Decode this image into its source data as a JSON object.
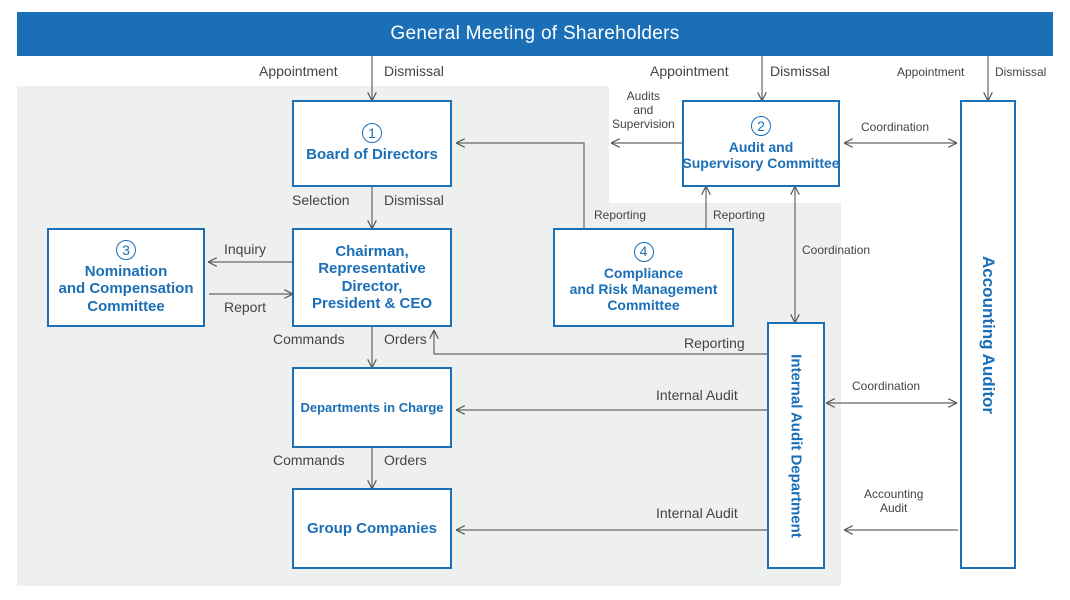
{
  "banner": "General Meeting of Shareholders",
  "boxes": {
    "board": {
      "num": "1",
      "title": "Board of Directors"
    },
    "audit_committee": {
      "num": "2",
      "title": "Audit and\nSupervisory Committee"
    },
    "nomination": {
      "num": "3",
      "title": "Nomination\nand Compensation\nCommittee"
    },
    "compliance": {
      "num": "4",
      "title": "Compliance\nand Risk Management\nCommittee"
    },
    "ceo": {
      "title": "Chairman,\nRepresentative\nDirector,\nPresident & CEO"
    },
    "departments": {
      "title": "Departments in Charge"
    },
    "group": {
      "title": "Group Companies"
    },
    "internal_audit": {
      "title": "Internal Audit Department"
    },
    "accounting_auditor": {
      "title": "Accounting Auditor"
    }
  },
  "labels": {
    "appointment": "Appointment",
    "dismissal": "Dismissal",
    "selection": "Selection",
    "audits_supervision": "Audits\nand\nSupervision",
    "coordination": "Coordination",
    "reporting": "Reporting",
    "inquiry": "Inquiry",
    "report": "Report",
    "commands": "Commands",
    "orders": "Orders",
    "internal_audit": "Internal Audit",
    "accounting_audit": "Accounting\nAudit"
  }
}
